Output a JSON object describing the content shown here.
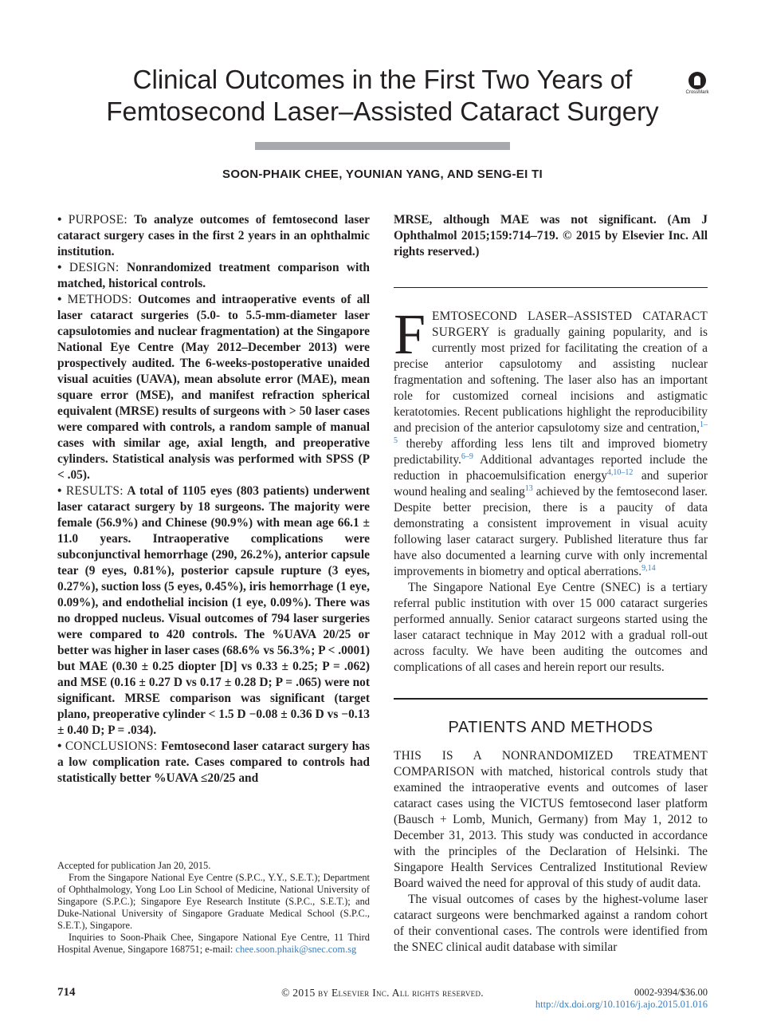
{
  "header": {
    "title_line1": "Clinical Outcomes in the First Two Years of",
    "title_line2": "Femtosecond Laser–Assisted Cataract Surgery",
    "crossmark_label": "CrossMark",
    "authors": "SOON-PHAIK CHEE, YOUNIAN YANG, AND SENG-EI TI"
  },
  "abstract": {
    "bullet": "•",
    "purpose_label": "PURPOSE:",
    "purpose_text": "To analyze outcomes of femtosecond laser cataract surgery cases in the first 2 years in an ophthalmic institution.",
    "design_label": "DESIGN:",
    "design_text": "Nonrandomized treatment comparison with matched, historical controls.",
    "methods_label": "METHODS:",
    "methods_text": "Outcomes and intraoperative events of all laser cataract surgeries (5.0- to 5.5-mm-diameter laser capsulotomies and nuclear fragmentation) at the Singapore National Eye Centre (May 2012–December 2013) were prospectively audited. The 6-weeks-postoperative unaided visual acuities (UAVA), mean absolute error (MAE), mean square error (MSE), and manifest refraction spherical equivalent (MRSE) results of surgeons with > 50 laser cases were compared with controls, a random sample of manual cases with similar age, axial length, and preoperative cylinders. Statistical analysis was performed with SPSS (P < .05).",
    "results_label": "RESULTS:",
    "results_text": "A total of 1105 eyes (803 patients) underwent laser cataract surgery by 18 surgeons. The majority were female (56.9%) and Chinese (90.9%) with mean age 66.1 ± 11.0 years. Intraoperative complications were subconjunctival hemorrhage (290, 26.2%), anterior capsule tear (9 eyes, 0.81%), posterior capsule rupture (3 eyes, 0.27%), suction loss (5 eyes, 0.45%), iris hemorrhage (1 eye, 0.09%), and endothelial incision (1 eye, 0.09%). There was no dropped nucleus. Visual outcomes of 794 laser surgeries were compared to 420 controls. The %UAVA 20/25 or better was higher in laser cases (68.6% vs 56.3%; P < .0001) but MAE (0.30 ± 0.25 diopter [D] vs 0.33 ± 0.25; P = .062) and MSE (0.16 ± 0.27 D vs 0.17 ± 0.28 D; P = .065) were not significant. MRSE comparison was significant (target plano, preoperative cylinder < 1.5 D −0.08 ± 0.36 D vs −0.13 ± 0.40 D; P = .034).",
    "conclusions_label": "CONCLUSIONS:",
    "conclusions_text": "Femtosecond laser cataract surgery has a low complication rate. Cases compared to controls had statistically better %UAVA ≤20/25 and",
    "continuation": "MRSE, although MAE was not significant. (Am J Ophthalmol 2015;159:714–719. © 2015 by Elsevier Inc. All rights reserved.)"
  },
  "intro": {
    "dropcap": "F",
    "lead_caps": "EMTOSECOND LASER–ASSISTED CATARACT SURGERY",
    "p1_a": " is gradually gaining popularity, and is currently most prized for facilitating the creation of a precise anterior capsulotomy and assisting nuclear fragmentation and softening. The laser also has an important role for customized corneal incisions and astigmatic keratotomies. Recent publications highlight the reproducibility and precision of the anterior capsulotomy size and centration,",
    "ref1": "1–5",
    "p1_b": " thereby affording less lens tilt and improved biometry predictability.",
    "ref2": "6–9",
    "p1_c": " Additional advantages reported include the reduction in phacoemulsification energy",
    "ref3": "4,10–12",
    "p1_d": " and superior wound healing and sealing",
    "ref4": "13",
    "p1_e": " achieved by the femtosecond laser. Despite better precision, there is a paucity of data demonstrating a consistent improvement in visual acuity following laser cataract surgery. Published literature thus far have also documented a learning curve with only incremental improvements in biometry and optical aberrations.",
    "ref5": "9,14",
    "p2": "The Singapore National Eye Centre (SNEC) is a tertiary referral public institution with over 15 000 cataract surgeries performed annually. Senior cataract surgeons started using the laser cataract technique in May 2012 with a gradual roll-out across faculty. We have been auditing the outcomes and complications of all cases and herein report our results."
  },
  "methods_section": {
    "heading": "PATIENTS AND METHODS",
    "lead_caps": "THIS IS A NONRANDOMIZED TREATMENT COMPARISON",
    "p1": " with matched, historical controls study that examined the intraoperative events and outcomes of laser cataract cases using the VICTUS femtosecond laser platform (Bausch + Lomb, Munich, Germany) from May 1, 2012 to December 31, 2013. This study was conducted in accordance with the principles of the Declaration of Helsinki. The Singapore Health Services Centralized Institutional Review Board waived the need for approval of this study of audit data.",
    "p2": "The visual outcomes of cases by the highest-volume laser cataract surgeons were benchmarked against a random cohort of their conventional cases. The controls were identified from the SNEC clinical audit database with similar"
  },
  "footnotes": {
    "accepted": "Accepted for publication Jan 20, 2015.",
    "affiliation": "From the Singapore National Eye Centre (S.P.C., Y.Y., S.E.T.); Department of Ophthalmology, Yong Loo Lin School of Medicine, National University of Singapore (S.P.C.); Singapore Eye Research Institute (S.P.C., S.E.T.); and Duke-National University of Singapore Graduate Medical School (S.P.C., S.E.T.), Singapore.",
    "inquiries": "Inquiries to Soon-Phaik Chee, Singapore National Eye Centre, 11 Third Hospital Avenue, Singapore 168751; e-mail: ",
    "email": "chee.soon.phaik@snec.com.sg"
  },
  "footer": {
    "page_number": "714",
    "copyright": "© 2015 by Elsevier Inc. All rights reserved.",
    "issn": "0002-9394/$36.00",
    "doi": "http://dx.doi.org/10.1016/j.ajo.2015.01.016"
  }
}
